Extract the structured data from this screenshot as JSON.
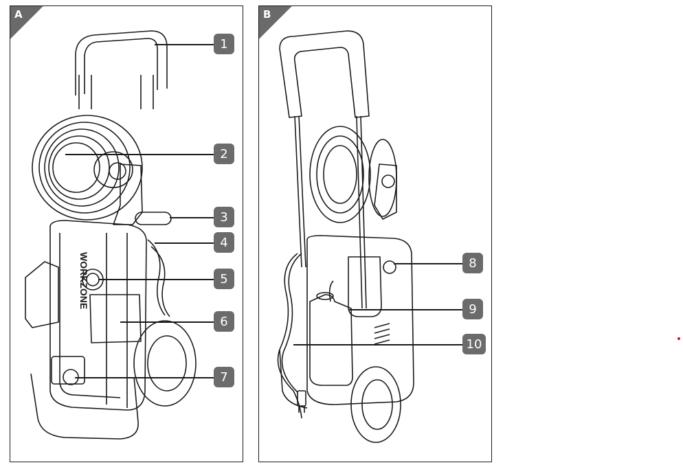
{
  "panels": [
    {
      "letter": "A"
    },
    {
      "letter": "B"
    }
  ],
  "brand": "WORKZONE",
  "callouts_a": [
    "1",
    "2",
    "3",
    "4",
    "5",
    "6",
    "7"
  ],
  "callouts_b": [
    "8",
    "9",
    "10"
  ],
  "colors": {
    "callout_bg": "#6b6b6b",
    "corner_bg": "#6a6a6a",
    "line": "#1a1a1a",
    "accent_dot": "#c0182b"
  }
}
